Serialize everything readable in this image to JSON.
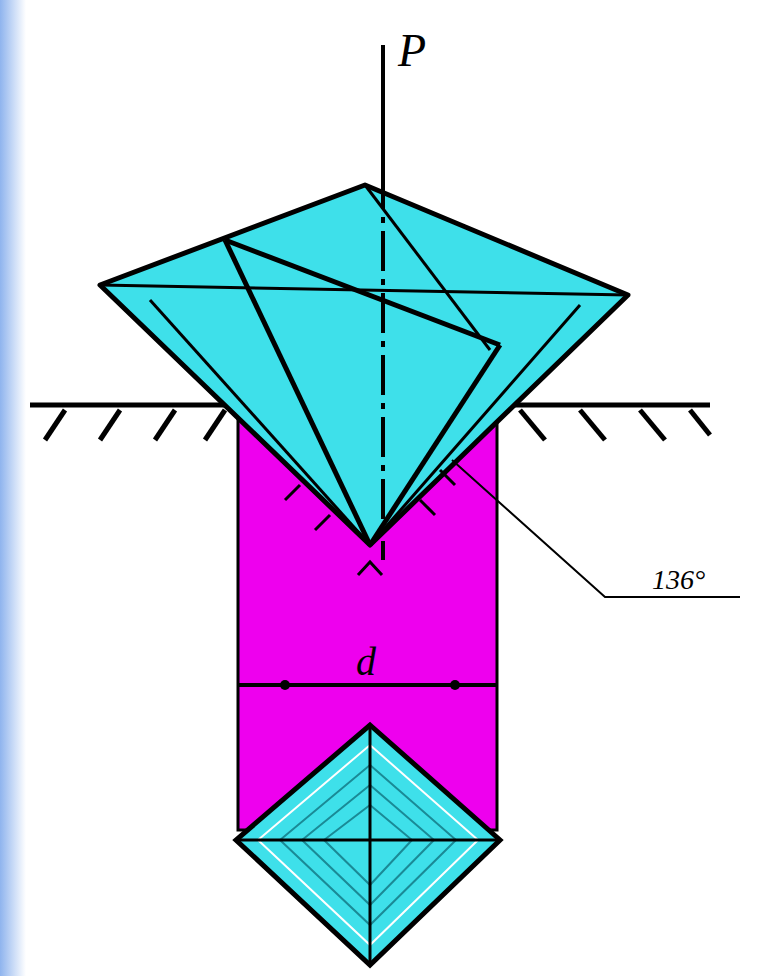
{
  "diagram": {
    "labels": [
      "P",
      "136°",
      "d"
    ]
  }
}
